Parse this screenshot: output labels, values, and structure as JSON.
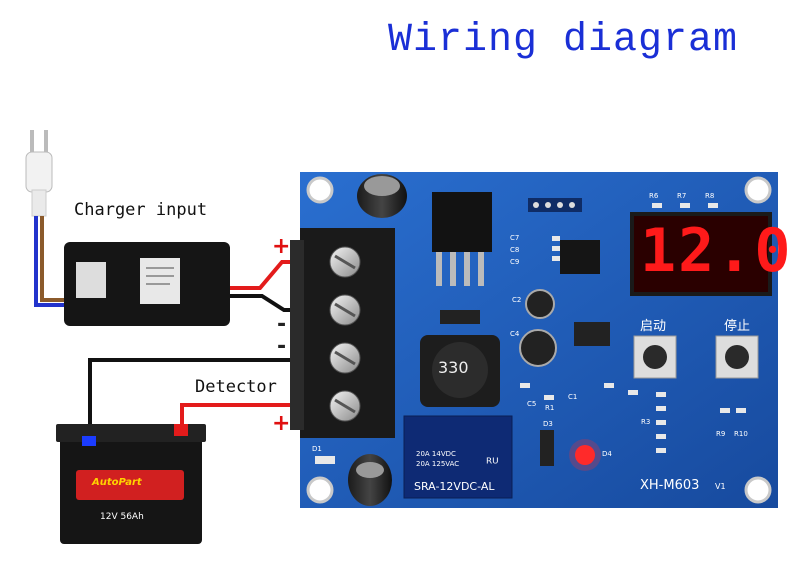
{
  "title": "Wiring diagram",
  "labels": {
    "charger_input": "Charger input",
    "detector": "Detector"
  },
  "polarity": {
    "charger_plus": "+",
    "charger_minus": "-",
    "battery_minus": "-",
    "battery_plus": "+"
  },
  "display": {
    "reading": "12.0",
    "color": "#ff1a1a"
  },
  "board": {
    "model": "XH-M603",
    "version": "V1",
    "inductor_code": "330",
    "start_button": "启动",
    "stop_button": "停止",
    "color": "#1f5fbf"
  },
  "relay": {
    "rating_dc": "20A 14VDC",
    "rating_ac": "20A 125VAC",
    "model": "SRA-12VDC-AL"
  },
  "battery": {
    "brand": "AutoPart",
    "spec": "12V 56Ah"
  },
  "component_labels": {
    "r6": "R6",
    "r7": "R7",
    "r8": "R8",
    "c7": "C7",
    "c8": "C8",
    "c9": "C9",
    "c2": "C2",
    "c4": "C4",
    "c5": "C5",
    "r1": "R1",
    "d1": "D1",
    "d3": "D3",
    "d4": "D4",
    "c1": "C1",
    "r3": "R3",
    "r9": "R9",
    "r10": "R10"
  },
  "wire_colors": {
    "positive": "#e31b1b",
    "negative": "#111111",
    "mains_brown": "#8b5a2b",
    "mains_blue": "#2233cc"
  }
}
